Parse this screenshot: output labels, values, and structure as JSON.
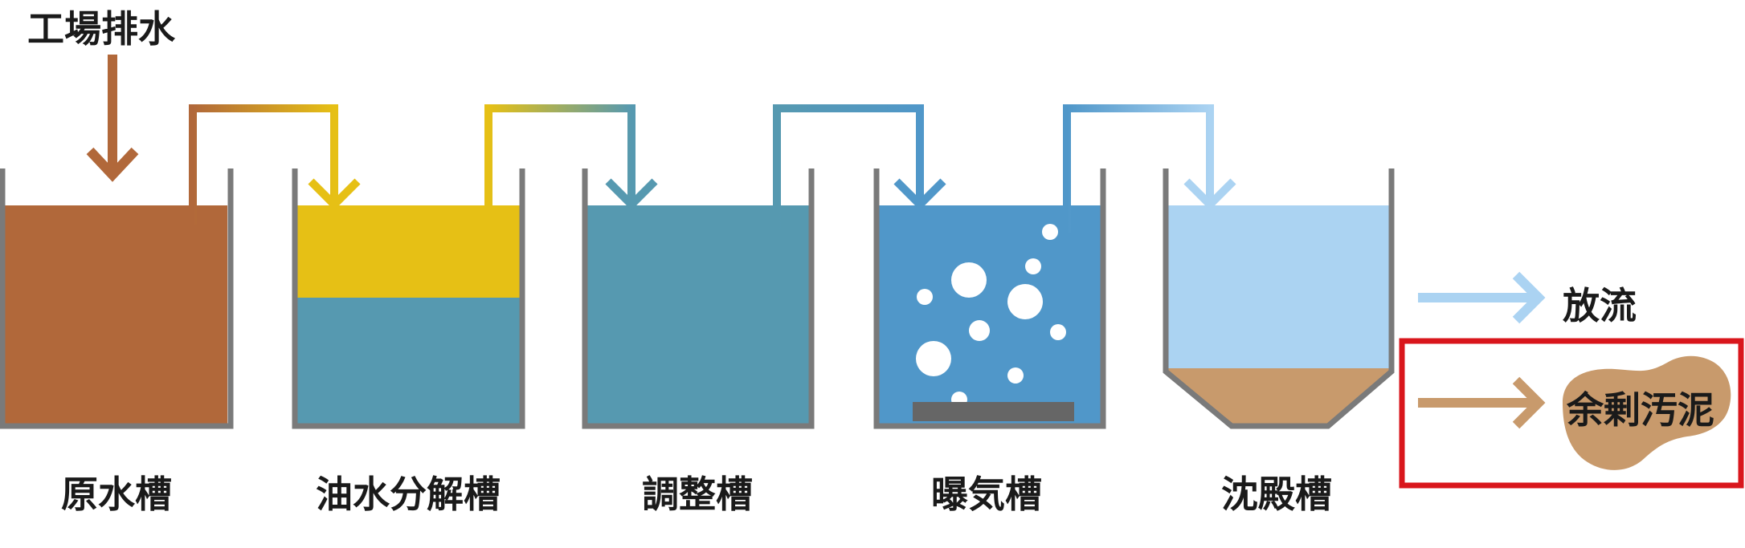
{
  "input_label": "工場排水",
  "tanks": [
    {
      "name": "原水槽"
    },
    {
      "name": "油水分解槽"
    },
    {
      "name": "調整槽"
    },
    {
      "name": "曝気槽"
    },
    {
      "name": "沈殿槽"
    }
  ],
  "outputs": {
    "discharge": "放流",
    "excess_sludge": "余剰汚泥"
  },
  "colors": {
    "wastewater": "#b1683a",
    "oil": "#e6c015",
    "water": "#5699b0",
    "aeration": "#5097c9",
    "clear": "#abd3f2",
    "sludge": "#c89a6c",
    "tank_wall": "#7a7a7a",
    "diffuser": "#666666",
    "highlight": "#d9161c"
  }
}
